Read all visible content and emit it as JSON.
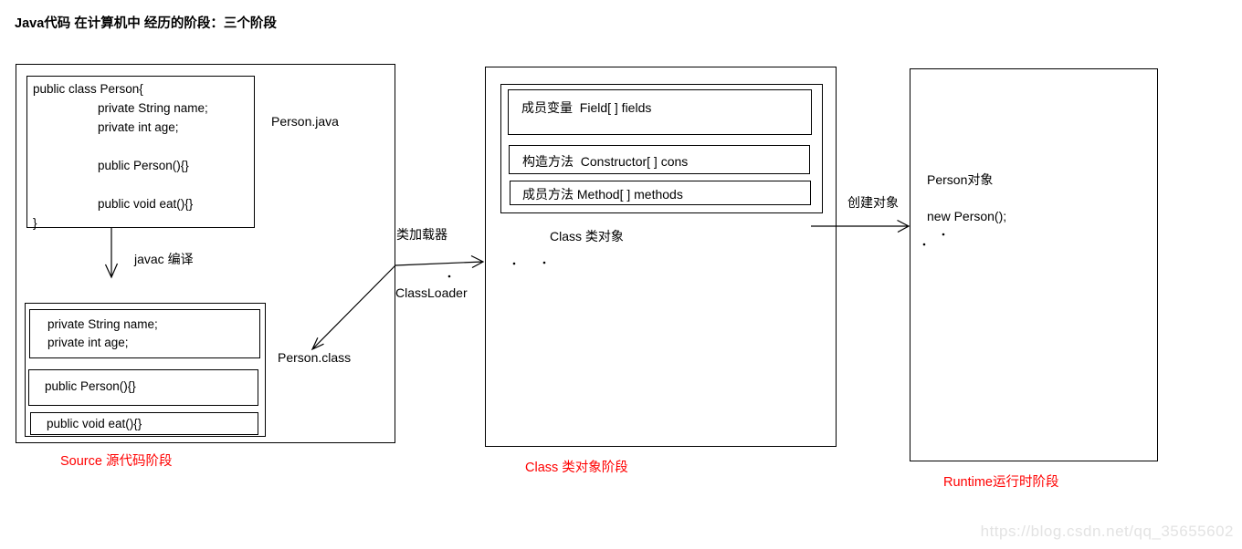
{
  "title": "Java代码 在计算机中 经历的阶段：三个阶段",
  "colors": {
    "line": "#000000",
    "stage_label": "#ff0000",
    "watermark": "#e3e3e3"
  },
  "source_stage": {
    "source_code": "public class Person{\n\tprivate String name;\n\tprivate int age;\n\n\tpublic Person(){}\n\n\tpublic void eat(){}\n}",
    "code_file_label": "Person.java",
    "compile_arrow_label": "javac 编译",
    "class_file_label": "Person.class",
    "bytecode_sections": {
      "fields": "private String name;\nprivate int age;",
      "constructor": "public Person(){}",
      "method": "public void eat(){}"
    },
    "stage_label": "Source 源代码阶段"
  },
  "class_loader": {
    "label_cn": "类加载器",
    "label_en": "ClassLoader"
  },
  "class_stage": {
    "members": [
      "成员变量  Field[ ] fields",
      "构造方法  Constructor[ ] cons",
      "成员方法 Method[ ] methods"
    ],
    "object_label": "Class 类对象",
    "stage_label": "Class 类对象阶段"
  },
  "create_object_label": "创建对象",
  "runtime_stage": {
    "object_label": "Person对象",
    "code": "new Person();",
    "stage_label": "Runtime运行时阶段"
  },
  "watermark": "https://blog.csdn.net/qq_35655602"
}
